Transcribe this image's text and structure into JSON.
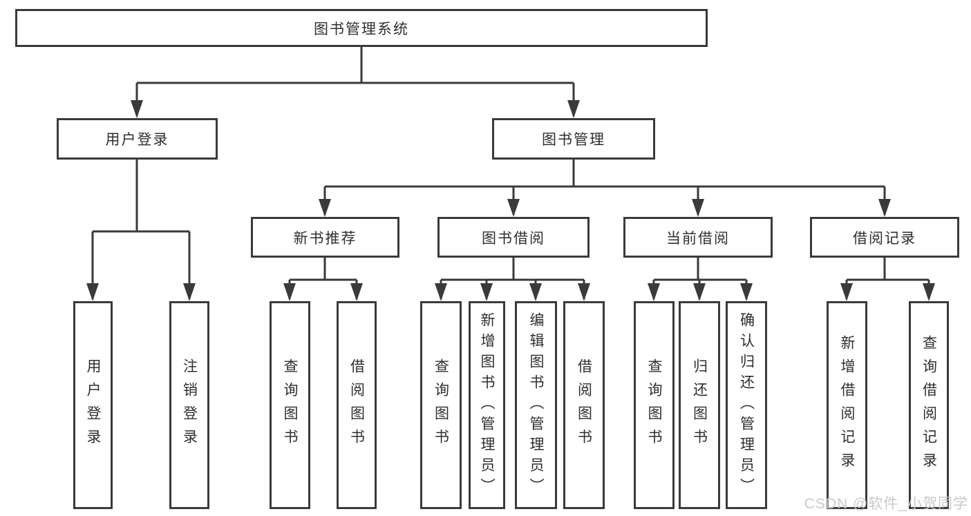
{
  "diagram": {
    "root": "图书管理系统",
    "level2": [
      "用户登录",
      "图书管理"
    ],
    "level3": [
      "新书推荐",
      "图书借阅",
      "当前借阅",
      "借阅记录"
    ],
    "leaves": {
      "user_login": [
        "用户登录",
        "注销登录"
      ],
      "new_book": [
        "查询图书",
        "借阅图书"
      ],
      "book_borrow": [
        "查询图书",
        "新增图书（管理员）",
        "编辑图书（管理员）",
        "借阅图书"
      ],
      "current_borrow": [
        "查询图书",
        "归还图书",
        "确认归还（管理员）"
      ],
      "borrow_records": [
        "新增借阅记录",
        "查询借阅记录"
      ]
    }
  },
  "watermark": "CSDN @软件_小贺同学",
  "colors": {
    "line": "#3a3a3a",
    "text": "#2e2e2e",
    "watermark": "#c9c9c9",
    "background": "#ffffff"
  }
}
